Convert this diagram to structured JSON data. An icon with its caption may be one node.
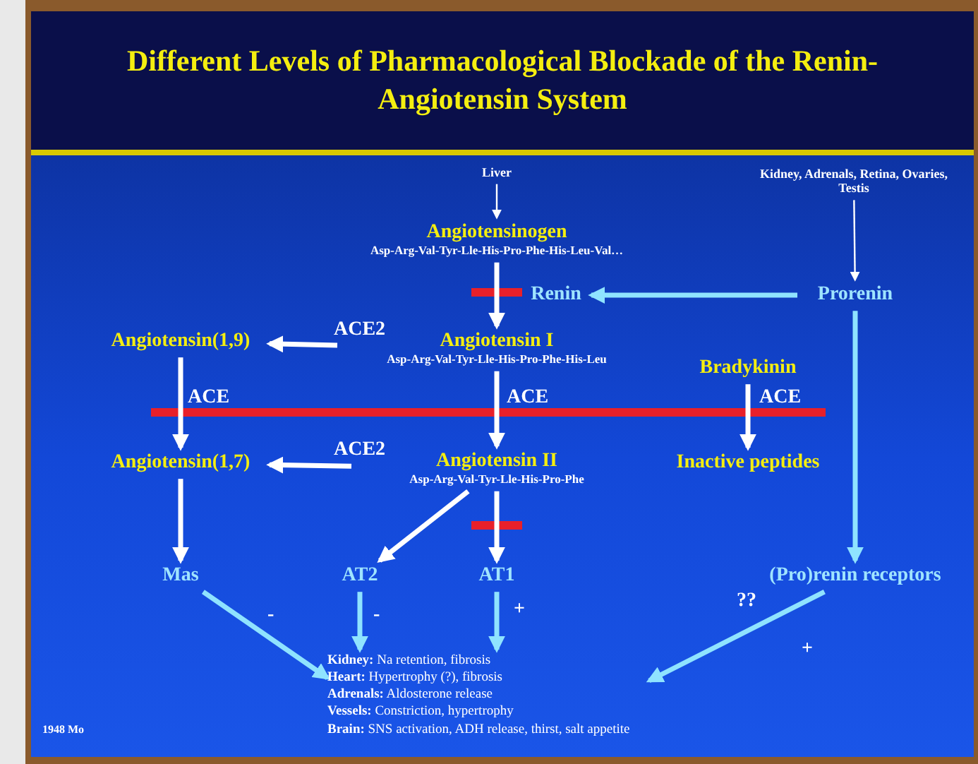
{
  "diagram": {
    "title": "Different Levels of Pharmacological Blockade of the Renin-Angiotensin System",
    "nodes": [
      {
        "text": [
          "Liver"
        ]
      },
      {
        "text": [
          "Angiotensinogen",
          "Asp-Arg-Val-Tyr-Lle-His-Pro-Phe-His-Leu-Val…"
        ]
      },
      {
        "text": [
          "Kidney, Adrenals, Retina, Ovaries, Testis"
        ]
      },
      {
        "text": [
          "Renin"
        ]
      },
      {
        "text": [
          "Prorenin"
        ]
      },
      {
        "text": [
          "Angiotensin(1,9)"
        ]
      },
      {
        "text": [
          "Angiotensin I",
          "Asp-Arg-Val-Tyr-Lle-His-Pro-Phe-His-Leu"
        ]
      },
      {
        "text": [
          "Bradykinin"
        ]
      },
      {
        "text": [
          "Angiotensin(1,7)"
        ]
      },
      {
        "text": [
          "Angiotensin II",
          "Asp-Arg-Val-Tyr-Lle-His-Pro-Phe"
        ]
      },
      {
        "text": [
          "Inactive peptides"
        ]
      },
      {
        "text": [
          "Mas"
        ]
      },
      {
        "text": [
          "AT2"
        ]
      },
      {
        "text": [
          "AT1"
        ]
      },
      {
        "text": [
          "(Pro)renin receptors"
        ]
      },
      {
        "text": [
          "**Kidney:** Na retention, fibrosis",
          "**Heart:** Hypertrophy (?), fibrosis",
          "**Adrenals:** Aldosterone release",
          "**Vessels:** Constriction, hypertrophy",
          "**Brain:** SNS activation, ADH release, thirst, salt appetite"
        ]
      }
    ],
    "edges": [
      {
        "from": 0,
        "to": 1,
        "arrow": "to"
      },
      {
        "from": 2,
        "to": 4,
        "arrow": "to"
      },
      {
        "from": 1,
        "to": 6,
        "arrow": "to"
      },
      {
        "from": 4,
        "to": 3,
        "arrow": "to",
        "color": "#8fe3ff"
      },
      {
        "from": 6,
        "to": 5,
        "arrow": "to",
        "label": "ACE2"
      },
      {
        "from": 5,
        "to": 8,
        "arrow": "to",
        "label": "ACE"
      },
      {
        "from": 6,
        "to": 9,
        "arrow": "to",
        "label": "ACE"
      },
      {
        "from": 7,
        "to": 10,
        "arrow": "to",
        "label": "ACE"
      },
      {
        "from": 9,
        "to": 8,
        "arrow": "to",
        "label": "ACE2"
      },
      {
        "from": 8,
        "to": 11,
        "arrow": "to"
      },
      {
        "from": 9,
        "to": 12,
        "arrow": "to"
      },
      {
        "from": 9,
        "to": 13,
        "arrow": "to"
      },
      {
        "from": 4,
        "to": 14,
        "arrow": "to",
        "color": "#8fe3ff"
      },
      {
        "from": 11,
        "to": 15,
        "arrow": "to",
        "label": "-",
        "color": "#8fe3ff"
      },
      {
        "from": 12,
        "to": 15,
        "arrow": "to",
        "label": "-",
        "color": "#8fe3ff"
      },
      {
        "from": 13,
        "to": 15,
        "arrow": "to",
        "label": "+",
        "color": "#8fe3ff"
      },
      {
        "from": 14,
        "to": 15,
        "arrow": "to",
        "label": "+",
        "color": "#8fe3ff"
      }
    ],
    "labels": [
      "??",
      "1948 Mo"
    ]
  }
}
